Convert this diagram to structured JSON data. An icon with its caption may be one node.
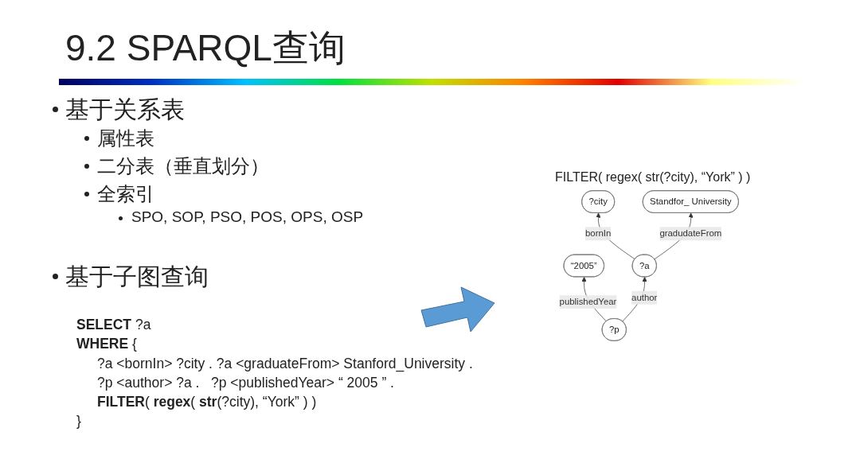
{
  "diagram": {
    "title": "9.2 SPARQL查询",
    "nodes": [
      {
        "text": [
          "?city"
        ],
        "beside": [
          "FILTER( regex( str(?city), “York” ) )"
        ]
      },
      {
        "text": [
          "Standfor_ University"
        ]
      },
      {
        "text": [
          "“2005”"
        ]
      },
      {
        "text": [
          "?p"
        ]
      },
      {
        "text": [
          "?a"
        ]
      }
    ],
    "edges": [
      {
        "from": 3,
        "to": 2,
        "arrow": "to",
        "label": "publishedYear"
      },
      {
        "from": 4,
        "to": 0,
        "arrow": "to",
        "label": "bornIn"
      },
      {
        "from": 4,
        "to": 1,
        "arrow": "to",
        "label": "gradudateFrom"
      },
      {
        "from": 3,
        "to": 4,
        "arrow": "to",
        "label": "author"
      }
    ],
    "labels": [
      "基于关系表",
      "属性表",
      "二分表（垂直划分）",
      "全索引",
      "SPO, SOP, PSO, POS, OPS, OSP",
      "基于子图查询",
      "**SELECT** ?a",
      "**WHERE** {",
      "?a <bornIn> ?city . ?a <graduateFrom> Stanford_University .",
      "?p <author> ?a .   ?p <publishedYear> “ 2005 ” .",
      "**FILTER**( **regex**( **str**(?city), “York” ) )",
      "}"
    ]
  }
}
